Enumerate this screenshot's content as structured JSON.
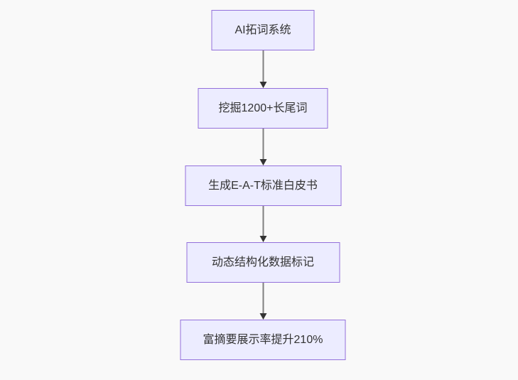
{
  "diagram": {
    "type": "flowchart",
    "direction": "top-down",
    "nodes": [
      {
        "id": "n1",
        "label": "AI拓词系统"
      },
      {
        "id": "n2",
        "label": "挖掘1200+长尾词"
      },
      {
        "id": "n3",
        "label": "生成E-A-T标准白皮书"
      },
      {
        "id": "n4",
        "label": "动态结构化数据标记"
      },
      {
        "id": "n5",
        "label": "富摘要展示率提升210%"
      }
    ],
    "edges": [
      {
        "from": "n1",
        "to": "n2",
        "arrowhead": true
      },
      {
        "from": "n2",
        "to": "n3",
        "arrowhead": true
      },
      {
        "from": "n3",
        "to": "n4",
        "arrowhead": true
      },
      {
        "from": "n4",
        "to": "n5",
        "arrowhead": true
      }
    ],
    "colors": {
      "node_fill": "#ECECFF",
      "node_border": "#9370DB",
      "edge_line": "#808080",
      "arrowhead": "#333333",
      "text": "#333333",
      "background": "#f9f9f9"
    }
  }
}
